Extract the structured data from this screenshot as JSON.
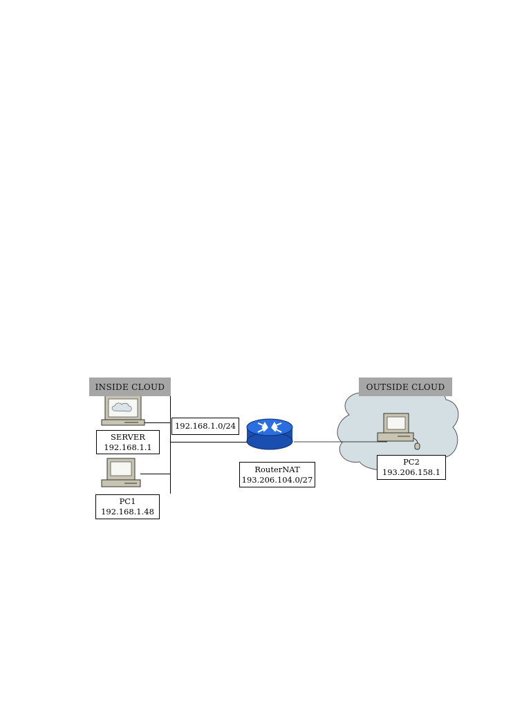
{
  "inside_cloud": {
    "header": "INSIDE CLOUD",
    "server": {
      "name": "SERVER",
      "ip": "192.168.1.1",
      "icon": "server-icon"
    },
    "pc1": {
      "name": "PC1",
      "ip": "192.168.1.48",
      "icon": "desktop-pc-icon"
    },
    "subnet": "192.168.1.0/24"
  },
  "router": {
    "name": "RouterNAT",
    "ip": "193.206.104.0/27",
    "icon": "router-icon"
  },
  "outside_cloud": {
    "header": "OUTSIDE CLOUD",
    "pc2": {
      "name": "PC2",
      "ip": "193.206.158.1",
      "icon": "desktop-pc-icon"
    }
  },
  "colors": {
    "header_bg": "#a6a6a6",
    "cloud_fill": "#d4dfe4",
    "router_blue": "#1f5fd0",
    "computer_beige": "#c8c4b2"
  }
}
